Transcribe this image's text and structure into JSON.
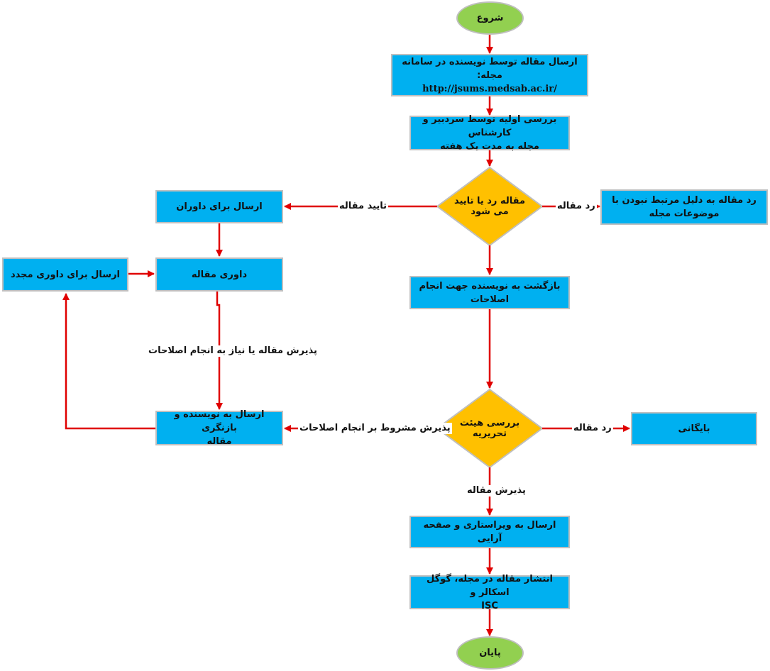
{
  "colors": {
    "process": "#00b0f0",
    "terminal": "#92d050",
    "decision": "#ffc000",
    "arrow": "#e00000",
    "border": "#bfbfbf"
  },
  "nodes": {
    "start": "شروع",
    "submit_line1": "ارسال مقاله توسط نویسنده در سامانه مجله:",
    "submit_url": "http://jsums.medsab.ac.ir/",
    "initial_review_line1": "بررسی اولیه توسط سردبیر و کارشناس",
    "initial_review_line2": "مجله به مدت یک هفته",
    "decision1": "مقاله رد یا تایید می شود",
    "reject_irrelevant_line1": "رد مقاله به دلیل مرتبط نبودن با",
    "reject_irrelevant_line2": "موضوعات مجله",
    "send_reviewers": "ارسال برای داوران",
    "peer_review": "داوری مقاله",
    "re_review": "ارسال برای داوری مجدد",
    "return_author_line1": "بازگشت به نویسنده جهت انجام",
    "return_author_line2": "اصلاحات",
    "send_author_revision_line1": "ارسال به نویسنده و بازنگری",
    "send_author_revision_line2": "مقاله",
    "decision2": "بررسی هیئت تحریریه",
    "archive": "بایگانی",
    "editing": "ارسال به ویراستاری و صفحه آرایی",
    "publish_line1": "انتشار مقاله در مجله، گوگل اسکالر و",
    "publish_line2": "ISC",
    "end": "پایان"
  },
  "edge_labels": {
    "approve": "تایید مقاله",
    "reject1": "رد مقاله",
    "accept_or_revise": "پذیرش مقاله یا نیاز به انجام اصلاحات",
    "conditional_accept": "پذیرش مشروط بر انجام اصلاحات",
    "reject2": "رد مقاله",
    "accept": "پذیرش مقاله"
  }
}
